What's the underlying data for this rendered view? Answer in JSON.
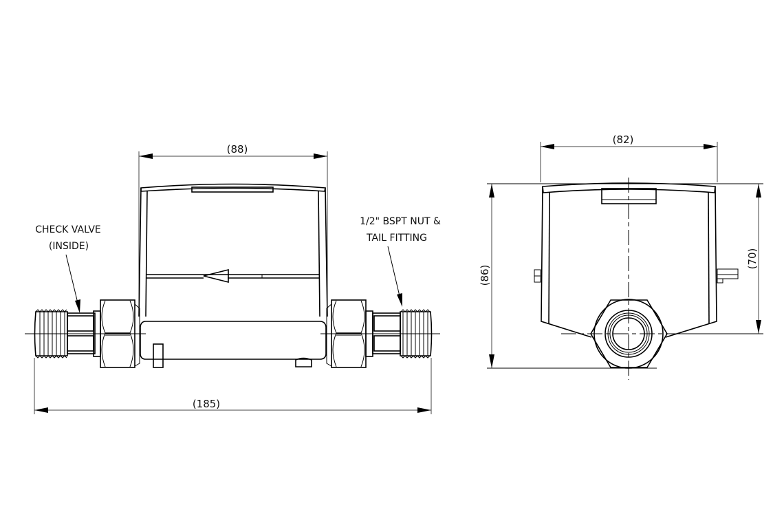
{
  "drawing": {
    "title": "Water meter with nut and tail fittings - dimensioned drawing",
    "views": {
      "front": {
        "dimensions": {
          "body_width": "(88)",
          "overall_length": "(185)"
        },
        "callouts": {
          "check_valve_line1": "CHECK VALVE",
          "check_valve_line2": "(INSIDE)",
          "fitting_line1": "1/2\" BSPT NUT &",
          "fitting_line2": "TAIL FITTING"
        }
      },
      "end": {
        "dimensions": {
          "width": "(82)",
          "overall_height": "(86)",
          "centerline_height": "(70)"
        }
      }
    },
    "colors": {
      "line": "#000000",
      "dimension_line": "#444444",
      "background": "#ffffff"
    }
  }
}
